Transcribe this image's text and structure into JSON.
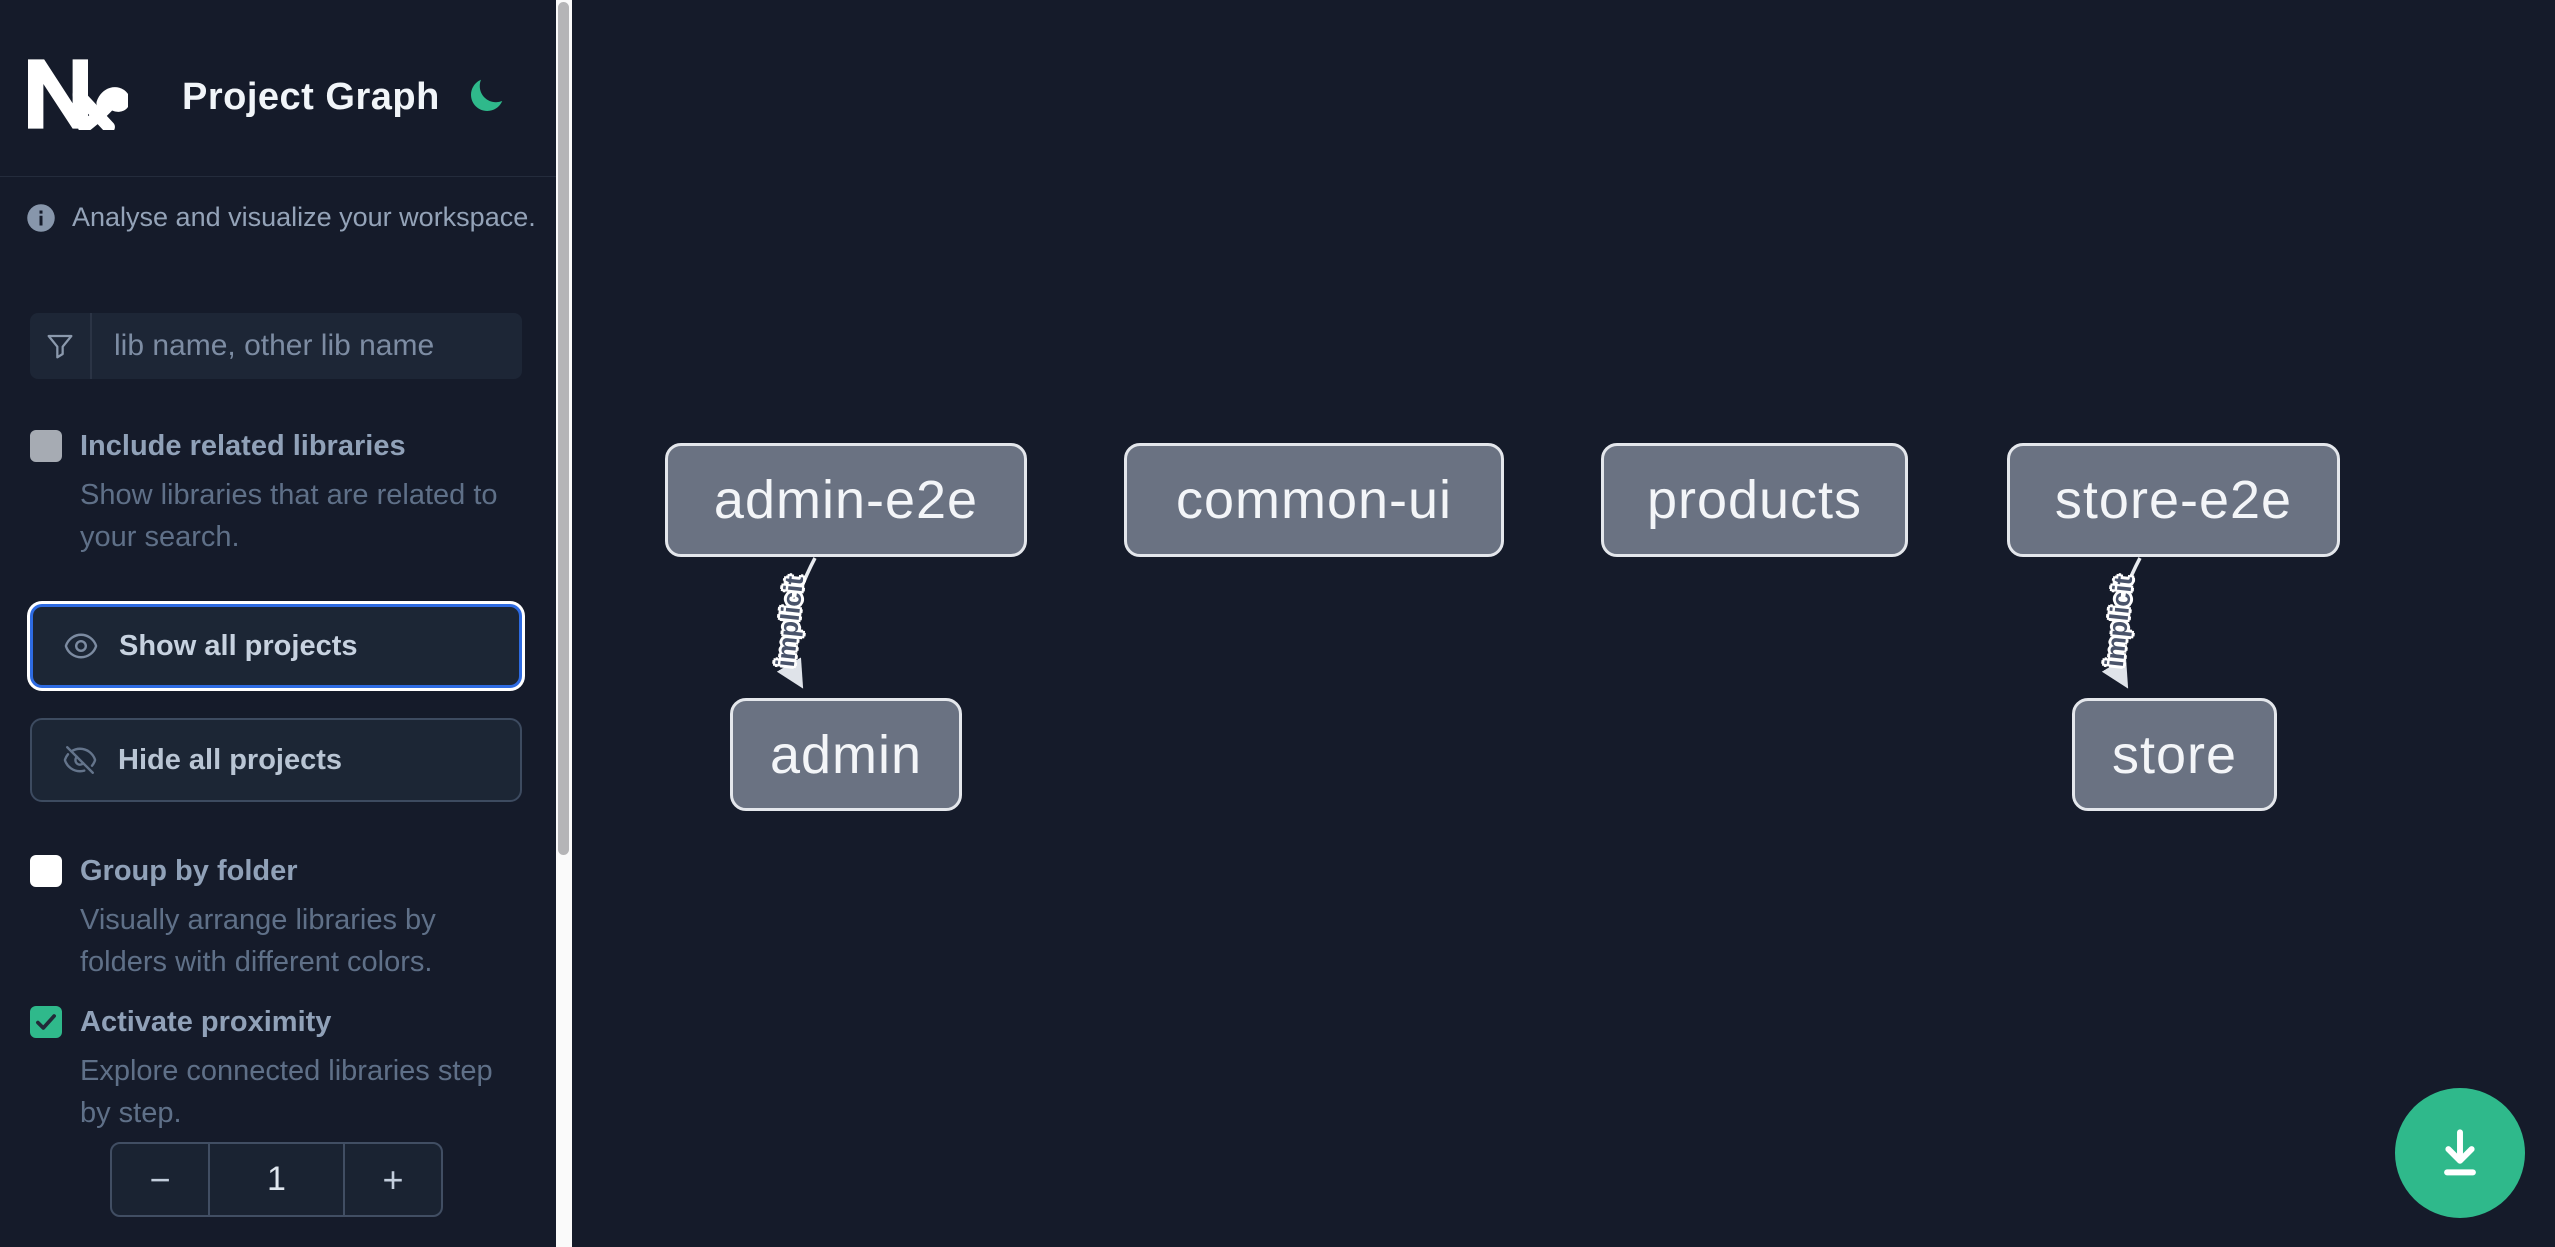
{
  "header": {
    "title": "Project Graph",
    "logo": "Nx",
    "theme_toggle_icon": "moon-icon"
  },
  "sidebar": {
    "info_text": "Analyse and visualize your workspace.",
    "filter": {
      "placeholder": "lib name, other lib name",
      "icon": "funnel-icon",
      "value": ""
    },
    "options": [
      {
        "label": "Include related libraries",
        "description": "Show libraries that are related to\nyour search.",
        "checked": false
      },
      {
        "label": "Group by folder",
        "description": "Visually arrange libraries by\nfolders with different colors.",
        "checked": false
      },
      {
        "label": "Activate proximity",
        "description": "Explore connected libraries step\nby step.",
        "checked": true
      }
    ],
    "actions": {
      "show_all": "Show all projects",
      "hide_all": "Hide all projects"
    },
    "proximity_stepper": {
      "decrement": "−",
      "value": "1",
      "increment": "+"
    }
  },
  "graph": {
    "nodes": [
      {
        "id": "admin-e2e",
        "label": "admin-e2e"
      },
      {
        "id": "common-ui",
        "label": "common-ui"
      },
      {
        "id": "products",
        "label": "products"
      },
      {
        "id": "store-e2e",
        "label": "store-e2e"
      },
      {
        "id": "admin",
        "label": "admin"
      },
      {
        "id": "store",
        "label": "store"
      }
    ],
    "edges": [
      {
        "source": "admin-e2e",
        "target": "admin",
        "label": "implicit",
        "type": "implicit"
      },
      {
        "source": "store-e2e",
        "target": "store",
        "label": "implicit",
        "type": "implicit"
      }
    ]
  },
  "fab": {
    "icon": "download-icon",
    "action": "save graph image"
  },
  "colors": {
    "background": "#151b2a",
    "accent_green": "#2fb98b",
    "focus_blue": "#2e6be2",
    "node_fill": "#6a7282",
    "node_border": "#e4e7ec",
    "edge": "#e8ebef"
  }
}
